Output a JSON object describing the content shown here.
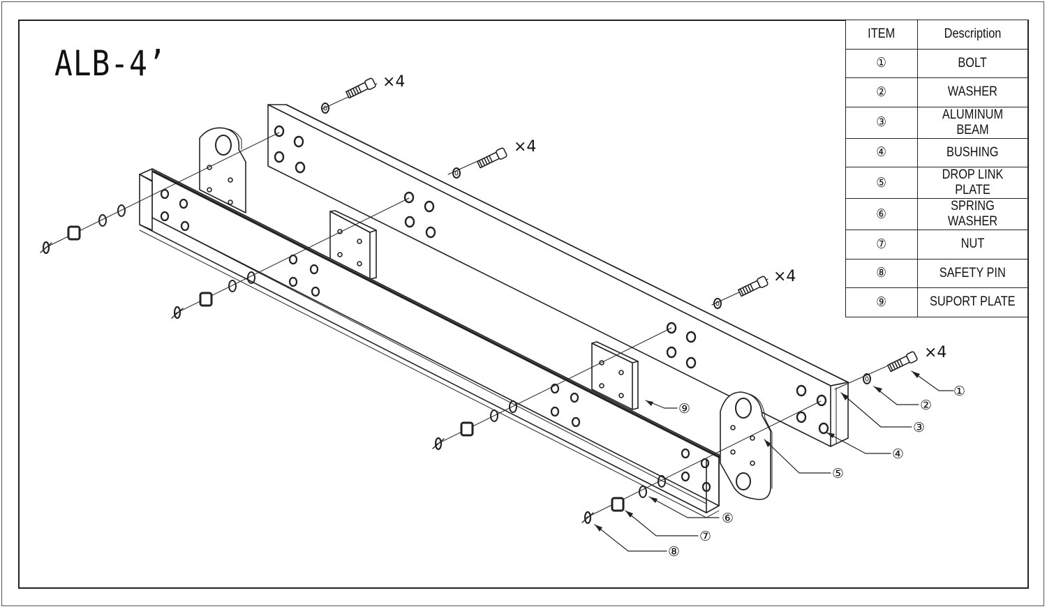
{
  "title": "ALB-4’",
  "table": {
    "header_item": "ITEM",
    "header_description": "Description",
    "rows": [
      {
        "item": "①",
        "description": "BOLT"
      },
      {
        "item": "②",
        "description": "WASHER"
      },
      {
        "item": "③",
        "description": "ALUMINUM BEAM"
      },
      {
        "item": "④",
        "description": "BUSHING"
      },
      {
        "item": "⑤",
        "description": "DROP LINK PLATE"
      },
      {
        "item": "⑥",
        "description": "SPRING WASHER"
      },
      {
        "item": "⑦",
        "description": "NUT"
      },
      {
        "item": "⑧",
        "description": "SAFETY PIN"
      },
      {
        "item": "⑨",
        "description": "SUPORT PLATE"
      }
    ]
  },
  "quantities": {
    "bolt_qty": "×4"
  },
  "callouts": [
    "①",
    "②",
    "③",
    "④",
    "⑤",
    "⑥",
    "⑦",
    "⑧",
    "⑨"
  ],
  "colors": {
    "line": "#222222",
    "background": "#ffffff"
  }
}
